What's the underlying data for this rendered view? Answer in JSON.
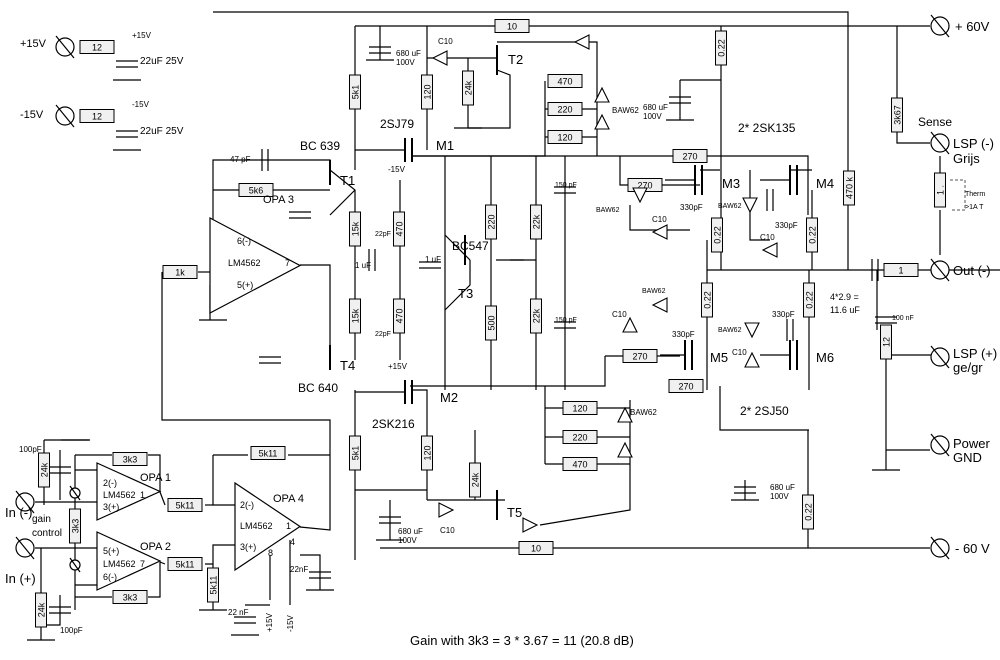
{
  "title": "Power amplifier schematic",
  "resistors": [
    "12",
    "12",
    "10",
    "0.22",
    "5k1",
    "120",
    "24k",
    "470",
    "220",
    "120",
    "270",
    "3k67",
    "5k6",
    "270",
    "15k",
    "470",
    "220",
    "22k",
    "470 k",
    "0.22",
    "0.22",
    "1k",
    "15k",
    "470",
    "500",
    "22k",
    "1",
    "0.22",
    "0.22",
    "12",
    "270",
    "270",
    "120",
    "220",
    "470",
    "5k1",
    "120",
    "24k",
    "5k11",
    "3k3",
    "24k",
    "5k11",
    "3k3",
    "5k11",
    "3k3",
    "5k11",
    "24k",
    "0.22",
    "10",
    "1 ."
  ],
  "terminals": {
    "plus15": "+15V",
    "minus15": "-15V",
    "plus60": "+ 60V",
    "minus60": "- 60 V",
    "lsp_minus": "LSP (-)",
    "lsp_minus_color": "Grijs",
    "sense": "Sense",
    "out_minus": "Out (-)",
    "lsp_plus": "LSP (+)",
    "lsp_plus_color": "ge/gr",
    "power": "Power",
    "gnd": "GND",
    "in_minus": "In (-)",
    "in_plus": "In (+)",
    "gain": "gain",
    "control": "control"
  },
  "labels": {
    "sup_p15": "+15V",
    "sup_cap1": "22uF 25V",
    "sup_m15": "-15V",
    "sup_cap2": "22uF 25V",
    "c680a1": "680 uF",
    "c680a2": "100V",
    "c10a": "C10",
    "t2": "T2",
    "m1": "M1",
    "sj79": "2SJ79",
    "baw_top": "BAW62",
    "c680b1": "680 uF",
    "c680b2": "100V",
    "sk135": "2* 2SK135",
    "bc639": "BC 639",
    "t1": "T1",
    "c47p": "47 pF",
    "m15v": "-15V",
    "c22p_a": "22pF",
    "c1u_a": "1 uF",
    "c1u_b": "1 uF",
    "c22p_b": "22pF",
    "p15v": "+15V",
    "bc547": "BC547",
    "t3": "T3",
    "c150a": "150 pF",
    "c150b": "150 pF",
    "opa3": "OPA 3",
    "opa3_m": "6(-)",
    "opa3_p": "5(+)",
    "opa3_ic": "LM4562",
    "opa3_pin": "7",
    "t4": "T4",
    "bc640": "BC 640",
    "m3": "M3",
    "m4": "M4",
    "baw_m3": "BAW62",
    "c10_m3": "C10",
    "c330_m3": "330pF",
    "baw_m4": "BAW62",
    "c10_m4": "C10",
    "c330_m4": "330pF",
    "baw_m5": "BAW62",
    "c10_m5": "C10",
    "c330_m5": "330pF",
    "m5": "M5",
    "baw_m6": "BAW62",
    "c10_m6": "C10",
    "c330_m6": "330pF",
    "m6": "M6",
    "capsum1": "4*2.9 =",
    "capsum2": "11.6 uF",
    "c100n": "100 nF",
    "therm1": "Therm",
    "therm2": ">1A T",
    "m2": "M2",
    "sk216": "2SK216",
    "baw_bot": "BAW62",
    "sj50": "2* 2SJ50",
    "t5": "T5",
    "c10b": "C10",
    "c680c1": "680 uF",
    "c680c2": "100V",
    "c680d1": "680 uF",
    "c680d2": "100V",
    "c100p_a": "100pF",
    "opa1": "OPA 1",
    "opa1_m": "2(-)",
    "opa1_p": "3(+)",
    "opa1_ic": "LM4562",
    "opa1_pin": "1",
    "opa2": "OPA 2",
    "opa2_p": "5(+)",
    "opa2_m": "6(-)",
    "opa2_ic": "LM4562",
    "opa2_pin": "7",
    "opa4": "OPA 4",
    "opa4_m": "2(-)",
    "opa4_p": "3(+)",
    "opa4_ic": "LM4562",
    "opa4_pin": "1",
    "opa4_p8": "8",
    "opa4_p4": "4",
    "c22n_a": "22nF",
    "c22n_b": "22 nF",
    "p15_b": "+15V",
    "m15_b": "-15V",
    "c100p_b": "100pF",
    "gain_note": "Gain with 3k3  = 3 * 3.67 = 11 (20.8 dB)"
  }
}
